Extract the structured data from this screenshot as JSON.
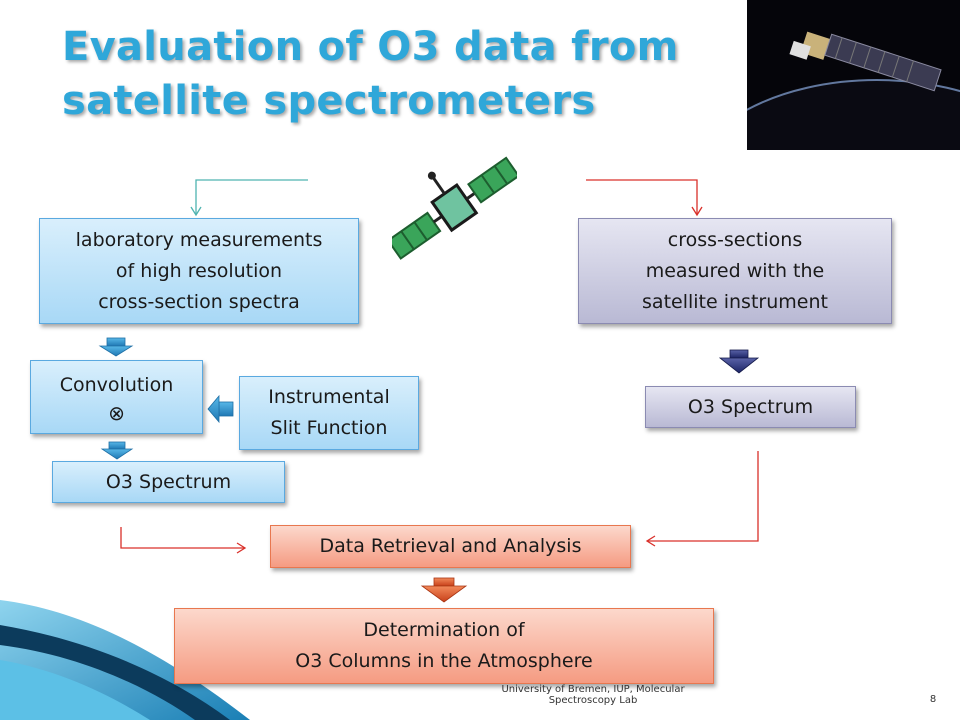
{
  "slide": {
    "title": "Evaluation of O3 data from satellite spectrometers",
    "footer_text": "University of Bremen, IUP, Molecular Spectroscopy Lab",
    "page_number": "8"
  },
  "boxes": {
    "lab_measurements": "laboratory measurements\nof high resolution\ncross-section spectra",
    "cross_sections": "cross-sections\nmeasured with the\nsatellite instrument",
    "convolution": "Convolution",
    "convolution_symbol": "⊗",
    "slit_function": "Instrumental\nSlit Function",
    "o3_spectrum_left": "O3 Spectrum",
    "o3_spectrum_right": "O3 Spectrum",
    "data_retrieval": "Data Retrieval and Analysis",
    "determination": "Determination of\nO3 Columns in the Atmosphere"
  },
  "colors": {
    "title": "#2fa7d9",
    "blue_box": "#a8d8f6",
    "grey_box": "#b9b9d4",
    "red_box": "#f59b82",
    "connector_red": "#d9302a",
    "connector_teal": "#4fb3b0"
  },
  "icons": {
    "photo": "satellite-over-earth-photo",
    "clipart": "satellite-icon"
  }
}
